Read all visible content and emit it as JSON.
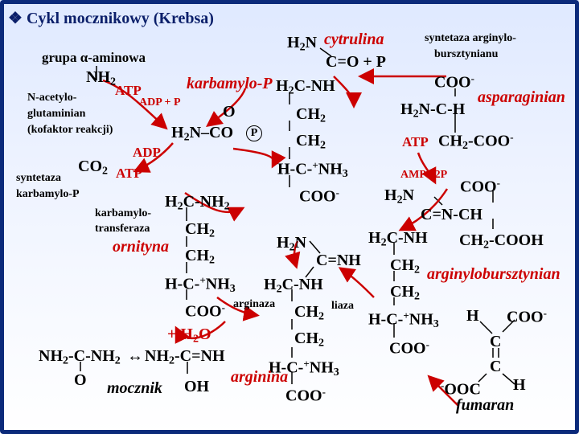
{
  "title": "Cykl mocznikowy (Krebsa)",
  "bullet": "❖",
  "labels": {
    "grupa": "grupa α-aminowa",
    "nag1": "N-acetylo-",
    "nag2": "glutaminian",
    "nag3": "(kofaktor reakcji)",
    "syn1": "syntetaza",
    "syn2": "karbamylo-P",
    "trans1": "karbamylo-",
    "trans2": "transferaza",
    "ornityna": "ornityna",
    "cytrulina": "cytrulina",
    "karbP": "karbamylo-P",
    "sabs1": "syntetaza arginylo-",
    "sabs2": "bursztynianu",
    "asparaginian": "asparaginian",
    "argbursz": "arginylobursztynian",
    "arginaza": "arginaza",
    "liaza": "liaza",
    "arginina": "arginina",
    "mocznik": "mocznik",
    "fumaran": "fumaran"
  },
  "chem": {
    "nh2": "NH2",
    "atp1": "ATP",
    "adp_p": "ADP + P",
    "o_carb": "O",
    "h2n_co_p": "H2N–CO",
    "p": "P",
    "adp2": "ADP",
    "co2": "CO2",
    "atp2": "ATP",
    "h2n_cyt": "H2N",
    "c_o_p": "C=O + P",
    "h2c_nh": "H2C-NH",
    "ch2_a": "CH2",
    "ch2_b": "CH2",
    "hc_nh3_a": "H-C-+NH3",
    "coo_a": "COO-",
    "h2c_nh2": "H2C-NH2",
    "ch2_c": "CH2",
    "ch2_d": "CH2",
    "hc_nh3_b": "H-C-+NH3",
    "coo_b": "COO-",
    "h2o": "+ H2O",
    "urea1": "NH2-C-NH2",
    "arrow": "↔",
    "urea2": "NH2-C=NH",
    "o_urea": "O",
    "oh_urea": "OH",
    "h2n_arg": "H2N",
    "c_nh": "C=NH",
    "h2c_nh_arg": "H2C-NH",
    "ch2_e": "CH2",
    "ch2_f": "CH2",
    "hc_nh3_c": "H-C-+NH3",
    "coo_c": "COO-",
    "coo_asp": "COO-",
    "h2n_ch": "H2N-C-H",
    "atp3": "ATP",
    "ch2_coo": "CH2-COO-",
    "amp": "AMP +2P",
    "coo_ab": "COO-",
    "h2n_ab": "H2N",
    "c_n_ch": "C=N-CH",
    "h2c_nh_ab": "H2C-NH",
    "ch2_cooh": "CH2-COOH",
    "ch2_g": "CH2",
    "ch2_h": "CH2",
    "hc_nh3_d": "H-C-+NH3",
    "coo_d": "COO-",
    "h_fum": "H",
    "coo_fum": "COO-",
    "c_fum1": "C",
    "c_fum2": "C",
    "ooc_fum": "-OOC",
    "h_fum2": "H"
  }
}
